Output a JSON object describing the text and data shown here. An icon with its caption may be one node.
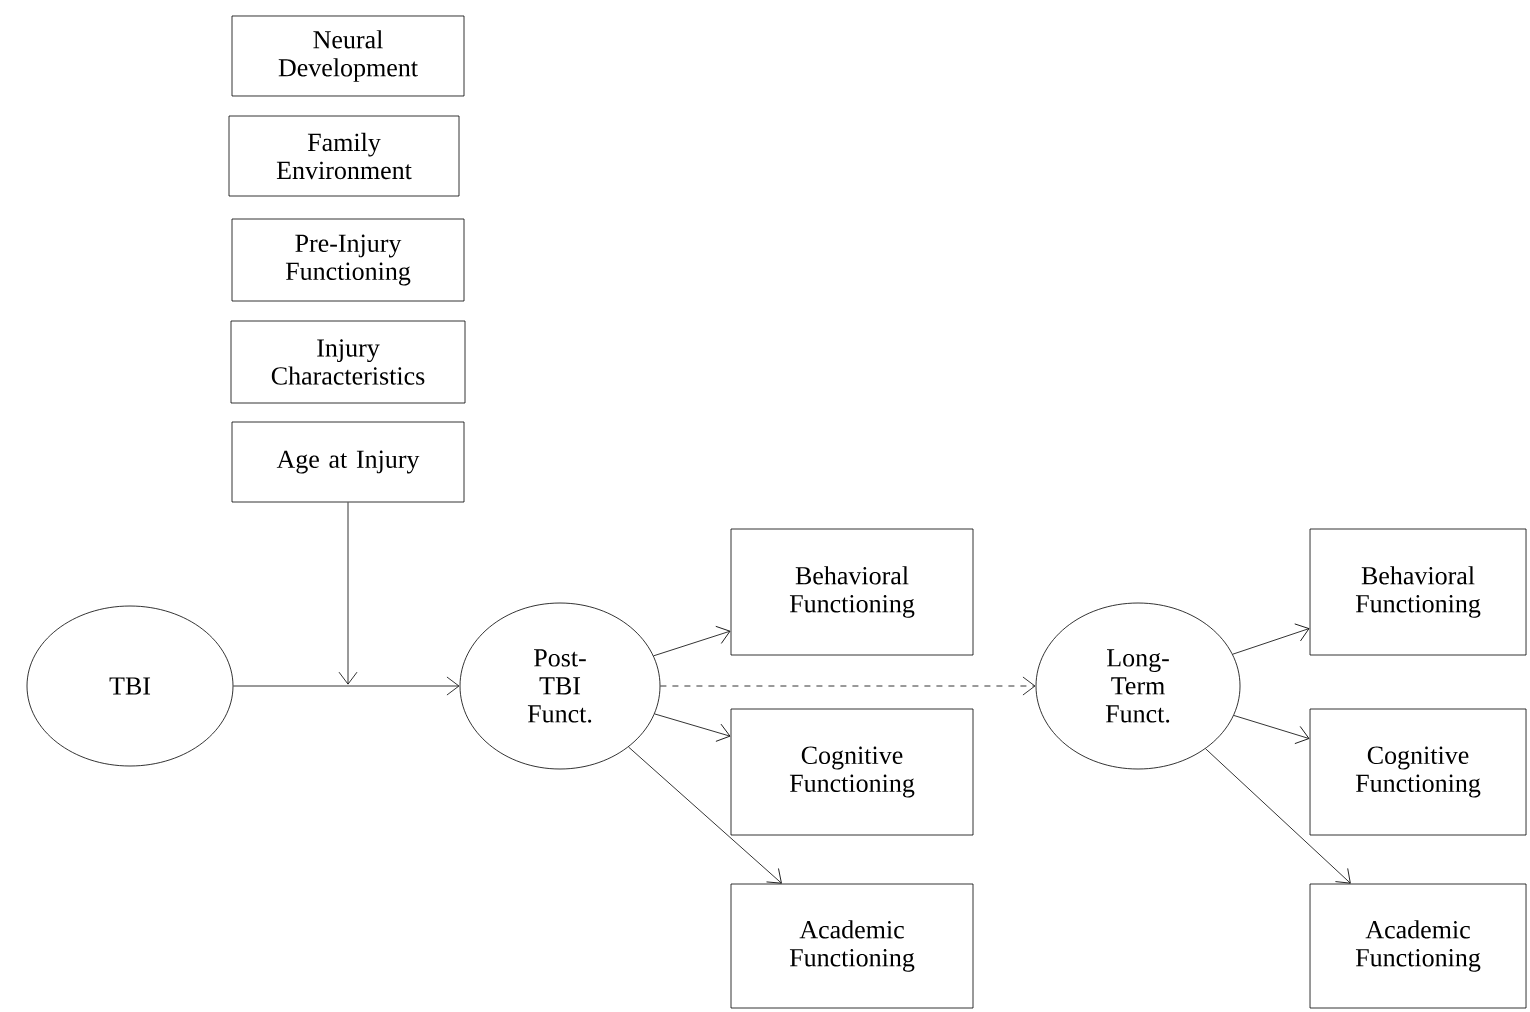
{
  "diagram": {
    "nodes": [
      {
        "text": [
          "Neural Development"
        ]
      },
      {
        "text": [
          "Family Environment"
        ]
      },
      {
        "text": [
          "Pre-Injury Functioning"
        ]
      },
      {
        "text": [
          "Injury Characteristics"
        ]
      },
      {
        "text": [
          "Age at Injury"
        ]
      },
      {
        "text": [
          "TBI"
        ]
      },
      {
        "text": [
          "Post- TBI Funct."
        ]
      },
      {
        "text": [
          "Behavioral Functioning"
        ]
      },
      {
        "text": [
          "Cognitive Functioning"
        ]
      },
      {
        "text": [
          "Academic Functioning"
        ]
      },
      {
        "text": [
          "Long- Term Funct."
        ]
      },
      {
        "text": [
          "Behavioral Functioning"
        ]
      },
      {
        "text": [
          "Cognitive Functioning"
        ]
      },
      {
        "text": [
          "Academic Functioning"
        ]
      }
    ],
    "edges": [
      {
        "from": 5,
        "to": 6,
        "arrow": "to"
      },
      {
        "from": 4,
        "to": null,
        "arrow": "to"
      },
      {
        "from": 6,
        "to": 7,
        "arrow": "to"
      },
      {
        "from": 6,
        "to": 8,
        "arrow": "to"
      },
      {
        "from": 6,
        "to": 9,
        "arrow": "to"
      },
      {
        "from": 6,
        "to": 10,
        "arrow": "to",
        "style": "dashed"
      },
      {
        "from": 10,
        "to": 11,
        "arrow": "to"
      },
      {
        "from": 10,
        "to": 12,
        "arrow": "to"
      },
      {
        "from": 10,
        "to": 13,
        "arrow": "to"
      }
    ]
  }
}
